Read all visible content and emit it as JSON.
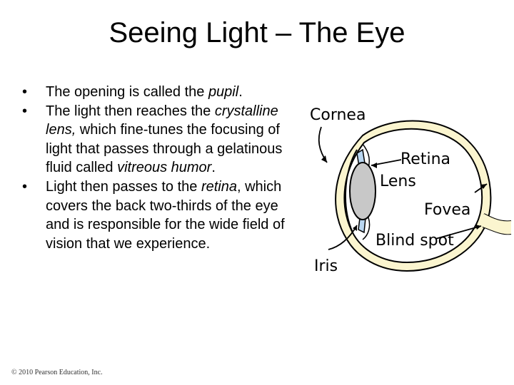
{
  "slide": {
    "title": "Seeing Light – The Eye",
    "bullet_glyph": "•",
    "bullets": [
      [
        {
          "t": "The opening is called the ",
          "i": false
        },
        {
          "t": "pupil",
          "i": true
        },
        {
          "t": ".",
          "i": false
        }
      ],
      [
        {
          "t": "The light then reaches the ",
          "i": false
        },
        {
          "t": "crystalline lens,",
          "i": true
        },
        {
          "t": " which fine-tunes the focusing of light that passes through a gelatinous fluid called ",
          "i": false
        },
        {
          "t": "vitreous humor",
          "i": true
        },
        {
          "t": ".",
          "i": false
        }
      ],
      [
        {
          "t": "Light then passes to the ",
          "i": false
        },
        {
          "t": "retina",
          "i": true
        },
        {
          "t": ", which covers the back two-thirds of the eye and is responsible for the wide field of vision that we experience.",
          "i": false
        }
      ]
    ],
    "copyright": "© 2010 Pearson Education, Inc."
  },
  "diagram": {
    "labels": {
      "cornea": "Cornea",
      "retina": "Retina",
      "lens": "Lens",
      "fovea": "Fovea",
      "blind_spot": "Blind spot",
      "iris": "Iris"
    },
    "colors": {
      "outline": "#000000",
      "sclera_fill": "#fbf5cf",
      "lens_fill": "#c8c8c8",
      "iris_fill": "#b9d6f0"
    }
  }
}
